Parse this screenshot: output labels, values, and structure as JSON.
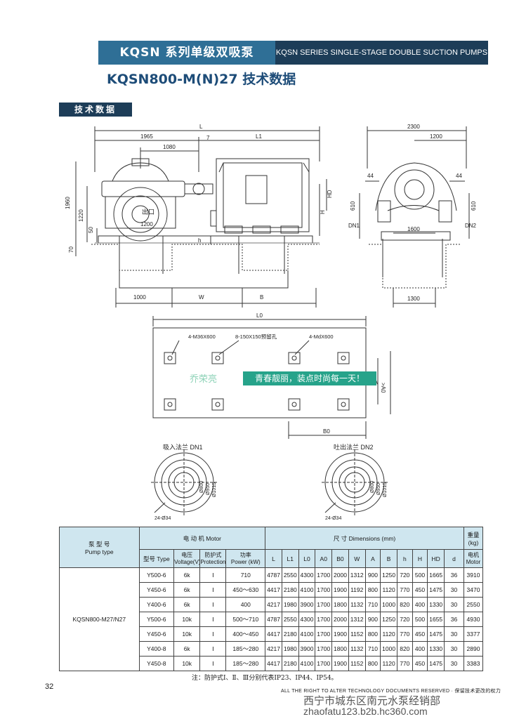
{
  "header": {
    "series_cn": "KQSN 系列单级双吸泵",
    "series_en": "KQSN SERIES SINGLE-STAGE DOUBLE SUCTION PUMPS",
    "model_title": "KQSN800-M(N)27 技术数据",
    "section_tag": "技术数据"
  },
  "drawing_front": {
    "dims": {
      "L": "L",
      "L1": "L1",
      "d1965": "1965",
      "d7": "7",
      "d1080": "1080",
      "d1960": "1960",
      "d1220": "1220",
      "d50": "50",
      "d70": "70",
      "d1200": "1200",
      "HD": "HD",
      "H": "H",
      "h": "h",
      "d1000": "1000",
      "W": "W",
      "B": "B",
      "outlet": "出口"
    }
  },
  "drawing_side": {
    "dims": {
      "d2300": "2300",
      "d1200": "1200",
      "d44a": "44",
      "d44b": "44",
      "d610a": "610",
      "d610b": "610",
      "DN1": "DN1",
      "DN2": "DN2",
      "d1600": "1600",
      "d1300": "1300"
    }
  },
  "drawing_plan": {
    "dims": {
      "L0": "L0",
      "bolt1": "4-M36X600",
      "hole": "8-150X150预留孔",
      "bolt2": "4-MdX600",
      "A": "A",
      "A0": ">A0",
      "B0": "B0"
    }
  },
  "flanges": {
    "inlet_title": "吸入法兰 DN1",
    "outlet_title": "吐出法兰 DN2",
    "inlet_dims": [
      "Ø800",
      "Ø950",
      "Ø1015"
    ],
    "outlet_dims": [
      "Ø800",
      "Ø950",
      "Ø1015"
    ],
    "inlet_holes": "24-Ø34",
    "outlet_holes": "24-Ø34"
  },
  "ad": {
    "logo": "乔荣亮",
    "slogan": "青春靓丽，装点时尚每一天！"
  },
  "table": {
    "h_pump": "泵 型 号",
    "h_pump_en": "Pump type",
    "h_motor": "电 动 机 Motor",
    "h_dims": "尺 寸 Dimensions (mm)",
    "h_weight": "重量",
    "h_weight_unit": "(kg)",
    "h_type": "型号 Type",
    "h_voltage": "电压",
    "h_voltage_en": "Voltage(V)",
    "h_protection": "防护式",
    "h_protection_en": "Protection",
    "h_power": "功率",
    "h_power_en": "Power (kW)",
    "dim_cols": [
      "L",
      "L1",
      "L0",
      "A0",
      "B0",
      "W",
      "A",
      "B",
      "h",
      "H",
      "HD",
      "d"
    ],
    "h_motor_w1": "电机",
    "h_motor_w2": "Motor",
    "pump_model": "KQSN800-M27/N27",
    "rows": [
      [
        "Y500-6",
        "6k",
        "Ⅰ",
        "710",
        "4787",
        "2550",
        "4300",
        "1700",
        "2000",
        "1312",
        "900",
        "1250",
        "720",
        "500",
        "1665",
        "36",
        "3910"
      ],
      [
        "Y450-6",
        "6k",
        "Ⅰ",
        "450～630",
        "4417",
        "2180",
        "4100",
        "1700",
        "1900",
        "1192",
        "800",
        "1120",
        "770",
        "450",
        "1475",
        "30",
        "3470"
      ],
      [
        "Y400-6",
        "6k",
        "Ⅰ",
        "400",
        "4217",
        "1980",
        "3900",
        "1700",
        "1800",
        "1132",
        "710",
        "1000",
        "820",
        "400",
        "1330",
        "30",
        "2550"
      ],
      [
        "Y500-6",
        "10k",
        "Ⅰ",
        "500～710",
        "4787",
        "2550",
        "4300",
        "1700",
        "2000",
        "1312",
        "900",
        "1250",
        "720",
        "500",
        "1655",
        "36",
        "4930"
      ],
      [
        "Y450-6",
        "10k",
        "Ⅰ",
        "400～450",
        "4417",
        "2180",
        "4100",
        "1700",
        "1900",
        "1152",
        "800",
        "1120",
        "770",
        "450",
        "1475",
        "30",
        "3377"
      ],
      [
        "Y400-8",
        "6k",
        "Ⅰ",
        "185～280",
        "4217",
        "1980",
        "3900",
        "1700",
        "1800",
        "1132",
        "710",
        "1000",
        "820",
        "400",
        "1330",
        "30",
        "2890"
      ],
      [
        "Y450-8",
        "10k",
        "Ⅰ",
        "185～280",
        "4417",
        "2180",
        "4100",
        "1700",
        "1900",
        "1152",
        "800",
        "1120",
        "770",
        "450",
        "1475",
        "30",
        "3383"
      ]
    ]
  },
  "note": "注：防护式Ⅰ、Ⅱ、Ⅲ分别代表IP23、IP44、IP54。",
  "footer": {
    "page_number": "32",
    "rights": "ALL THE RIGHT TO ALTER TECHNOLOGY DOCUMENTS RESERVED · 保留技术更改的权力",
    "watermark1": "西宁市城东区南元水泵经销部",
    "watermark2": "zhaofatu123.b2b.hc360.com"
  }
}
